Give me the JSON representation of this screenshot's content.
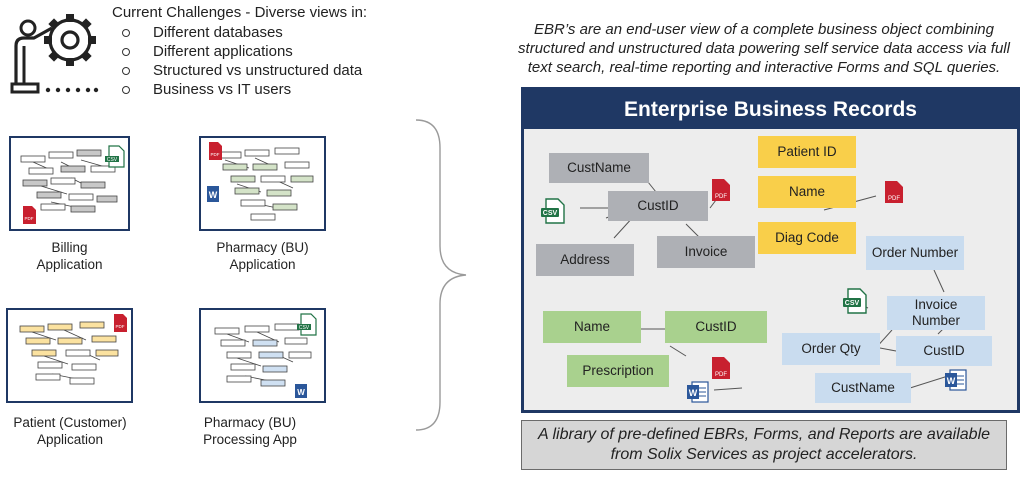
{
  "challenges": {
    "title": "Current Challenges - Diverse views in:",
    "items": [
      "Different databases",
      "Different applications",
      "Structured vs unstructured data",
      "Business vs IT users"
    ]
  },
  "apps": [
    {
      "label_line1": "Billing",
      "label_line2": "Application"
    },
    {
      "label_line1": "Pharmacy (BU)",
      "label_line2": "Application"
    },
    {
      "label_line1": "Patient (Customer)",
      "label_line2": "Application"
    },
    {
      "label_line1": "Pharmacy (BU)",
      "label_line2": "Processing App"
    }
  ],
  "description": "EBR’s are an end-user view of a complete business object combining structured and unstructured data powering self service data access via full text search, real-time reporting and interactive Forms and SQL queries.",
  "ebr": {
    "title": "Enterprise Business Records",
    "gray_nodes": [
      "CustName",
      "CustID",
      "Address",
      "Invoice"
    ],
    "yellow_nodes": [
      "Patient ID",
      "Name",
      "Diag Code"
    ],
    "green_nodes": [
      "Name",
      "CustID",
      "Prescription"
    ],
    "blue_nodes": [
      "Order Number",
      "Invoice Number",
      "Order Qty",
      "CustID",
      "CustName"
    ]
  },
  "file_labels": {
    "pdf": "PDF",
    "csv": "CSV",
    "word": "W"
  },
  "library_text": "A library of pre-defined EBRs, Forms, and Reports are available from Solix Services as project accelerators.",
  "colors": {
    "navy": "#1f3864",
    "gray_node": "#aeb0b5",
    "yellow_node": "#f9cf4a",
    "green_node": "#a9d18e",
    "blue_node": "#c9dcef",
    "pdf_red": "#c8202f",
    "csv_green": "#217346",
    "word_blue": "#2b579a"
  }
}
